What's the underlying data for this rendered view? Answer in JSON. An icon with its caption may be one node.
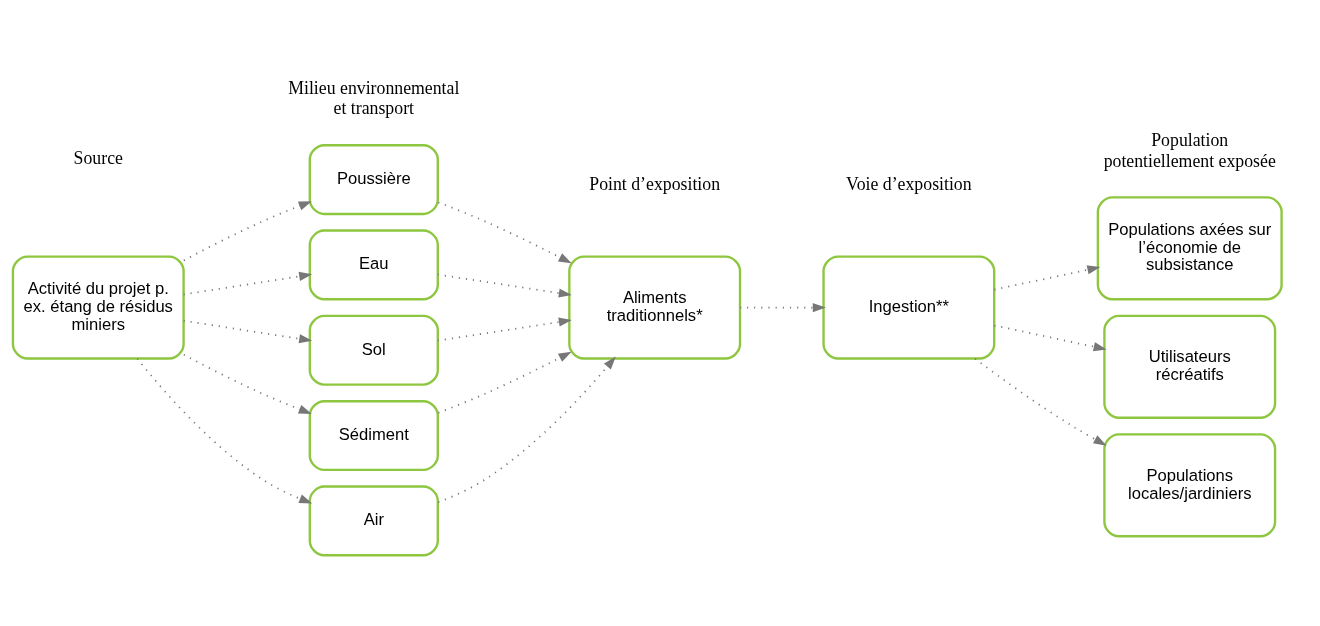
{
  "diagram": {
    "nodes": [
      {
        "text": [
          "Activité du projet p. ex. étang de résidus miniers"
        ]
      },
      {
        "text": [
          "Air"
        ]
      },
      {
        "text": [
          "Poussière"
        ]
      },
      {
        "text": [
          "Eau"
        ]
      },
      {
        "text": [
          "Sol"
        ]
      },
      {
        "text": [
          "Sédiment"
        ]
      },
      {
        "text": [
          "Aliments traditionnels*"
        ]
      },
      {
        "text": [
          "Ingestion**"
        ]
      },
      {
        "text": [
          "Populations locales/jardiniers"
        ]
      },
      {
        "text": [
          "Populations axées sur l’économie de subsistance"
        ]
      },
      {
        "text": [
          "Utilisateurs récréatifs"
        ]
      }
    ],
    "edges": [
      {
        "from": 0,
        "to": 1,
        "arrow": "to"
      },
      {
        "from": 0,
        "to": 2,
        "arrow": "to"
      },
      {
        "from": 0,
        "to": 3,
        "arrow": "to"
      },
      {
        "from": 0,
        "to": 4,
        "arrow": "to"
      },
      {
        "from": 0,
        "to": 5,
        "arrow": "to"
      },
      {
        "from": 1,
        "to": 6,
        "arrow": "to"
      },
      {
        "from": 2,
        "to": 6,
        "arrow": "to"
      },
      {
        "from": 3,
        "to": 6,
        "arrow": "to"
      },
      {
        "from": 4,
        "to": 6,
        "arrow": "to"
      },
      {
        "from": 5,
        "to": 6,
        "arrow": "to"
      },
      {
        "from": 6,
        "to": 7,
        "arrow": "to"
      },
      {
        "from": 7,
        "to": 8,
        "arrow": "to"
      },
      {
        "from": 7,
        "to": 9,
        "arrow": "to"
      },
      {
        "from": 7,
        "to": 10,
        "arrow": "to"
      }
    ],
    "labels": [
      "Source",
      "Milieu environnemental et transport",
      "Point d’exposition",
      "Voie d’exposition",
      "Population potentiellement exposée"
    ]
  }
}
